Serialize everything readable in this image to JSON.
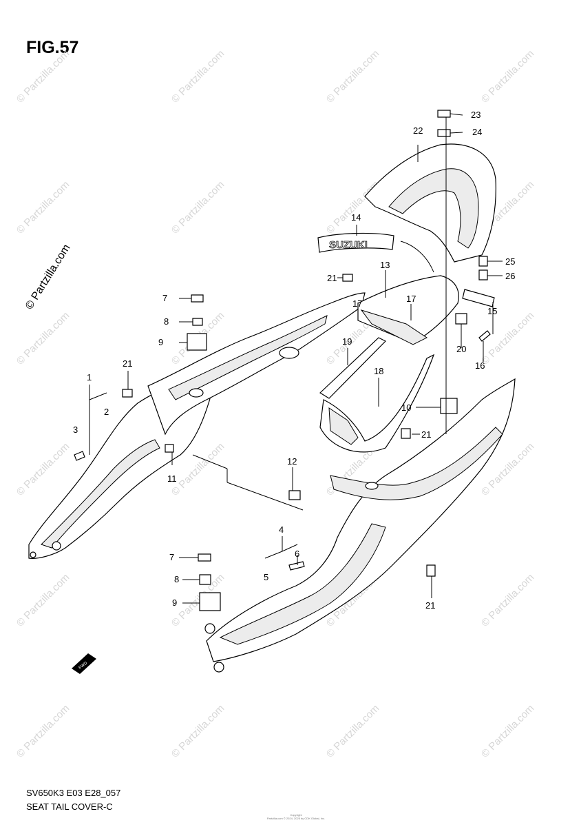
{
  "figure": {
    "title": "FIG.57",
    "model_code": "SV650K3 E03 E28_057",
    "section_name": "SEAT TAIL COVER-C",
    "copyright_line1": "Copyright",
    "copyright_line2": "Partzilla.com © 2024, 2025 by CDK Global, Inc."
  },
  "watermark": {
    "text": "© Partzilla.com"
  },
  "emblem_text": "SUZUKI",
  "arrow_label": "FWD",
  "callouts": [
    {
      "id": "c1",
      "label": "1"
    },
    {
      "id": "c2",
      "label": "2"
    },
    {
      "id": "c3",
      "label": "3"
    },
    {
      "id": "c4",
      "label": "4"
    },
    {
      "id": "c5",
      "label": "5"
    },
    {
      "id": "c6",
      "label": "6"
    },
    {
      "id": "c7a",
      "label": "7"
    },
    {
      "id": "c7b",
      "label": "7"
    },
    {
      "id": "c8a",
      "label": "8"
    },
    {
      "id": "c8b",
      "label": "8"
    },
    {
      "id": "c9a",
      "label": "9"
    },
    {
      "id": "c9b",
      "label": "9"
    },
    {
      "id": "c10",
      "label": "10"
    },
    {
      "id": "c11",
      "label": "11"
    },
    {
      "id": "c12",
      "label": "12"
    },
    {
      "id": "c13",
      "label": "13"
    },
    {
      "id": "c14",
      "label": "14"
    },
    {
      "id": "c15",
      "label": "15"
    },
    {
      "id": "c16",
      "label": "16"
    },
    {
      "id": "c17a",
      "label": "17"
    },
    {
      "id": "c17b",
      "label": "17"
    },
    {
      "id": "c18",
      "label": "18"
    },
    {
      "id": "c19",
      "label": "19"
    },
    {
      "id": "c20",
      "label": "20"
    },
    {
      "id": "c21a",
      "label": "21"
    },
    {
      "id": "c21b",
      "label": "21"
    },
    {
      "id": "c21c",
      "label": "21"
    },
    {
      "id": "c21d",
      "label": "21"
    },
    {
      "id": "c22",
      "label": "22"
    },
    {
      "id": "c23",
      "label": "23"
    },
    {
      "id": "c24",
      "label": "24"
    },
    {
      "id": "c25",
      "label": "25"
    },
    {
      "id": "c26",
      "label": "26"
    }
  ]
}
